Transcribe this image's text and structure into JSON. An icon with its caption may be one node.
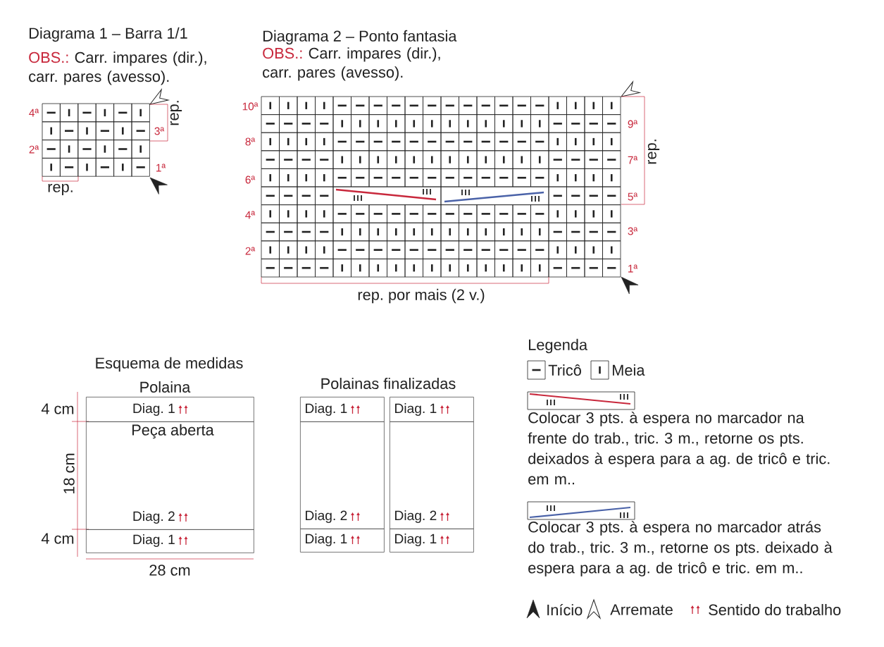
{
  "diagram": {
    "nodes": [
      {
        "text": [
          "Diag. 1"
        ]
      },
      {
        "text": [
          "Peça aberta",
          "Diag. 2"
        ]
      },
      {
        "text": [
          "Diag. 1"
        ]
      },
      {
        "text": [
          "Diag. 1"
        ]
      },
      {
        "text": [
          "Diag. 2"
        ]
      },
      {
        "text": [
          "Diag. 1"
        ]
      },
      {
        "text": [
          "Diag. 1"
        ]
      },
      {
        "text": [
          "Diag. 2"
        ]
      },
      {
        "text": [
          "Diag. 1"
        ]
      }
    ],
    "labels": [
      "Diagrama 1 – Barra 1/1",
      "OBS.:",
      "Carr. impares (dir.), carr. pares (avesso).",
      "Diagrama 2 – Ponto fantasia",
      "OBS.:",
      "Carr. impares (dir.), carr. pares (avesso).",
      "4ª",
      "rep.",
      "3ª",
      "2ª",
      "1ª",
      "rep.",
      "10ª",
      "9ª",
      "rep.",
      "8ª",
      "7ª",
      "6ª",
      "5ª",
      "4ª",
      "3ª",
      "2ª",
      "1ª",
      "rep. por mais (2 v.)",
      "Esquema de medidas",
      "Polaina",
      "Polainas finalizadas",
      "4 cm",
      "18 cm",
      "4 cm",
      "28 cm",
      "Legenda"
    ],
    "legend": [
      {
        "text": "Tricô"
      },
      {
        "text": "Meia"
      },
      {
        "text": "Colocar 3 pts. à espera no marcador na frente do trab., tric. 3 m., retorne os pts. deixados à espera para a ag. de tricô e tric. em m.."
      },
      {
        "text": "Colocar 3 pts. à espera no marcador atrás do trab., tric. 3 m., retorne os pts. deixado à espera para a ag. de tricô e tric. em m.."
      },
      {
        "text": "Início"
      },
      {
        "text": "Arremate"
      },
      {
        "text": "Sentido do trabalho"
      }
    ]
  }
}
